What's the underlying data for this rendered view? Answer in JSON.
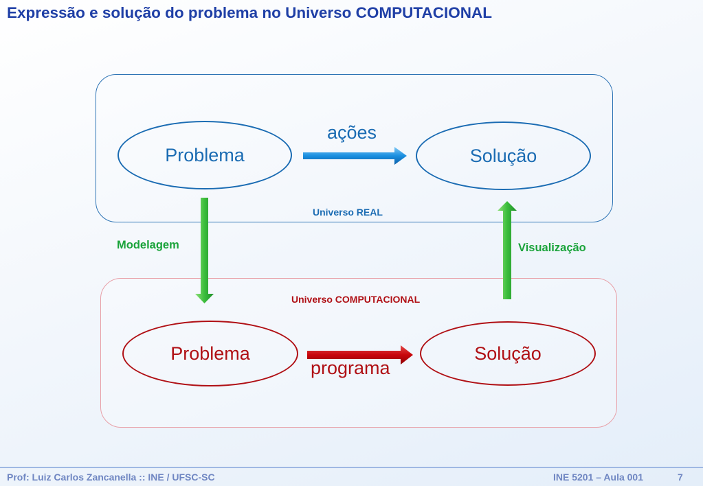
{
  "title": "Expressão e solução do problema no Universo COMPUTACIONAL",
  "real": {
    "problem": "Problema",
    "solution": "Solução",
    "action": "ações",
    "universe": "Universo REAL"
  },
  "computational": {
    "problem": "Problema",
    "solution": "Solução",
    "action": "programa",
    "universe": "Universo COMPUTACIONAL"
  },
  "transitions": {
    "down": "Modelagem",
    "up": "Visualização"
  },
  "colors": {
    "title": "#1f3fa6",
    "real": "#1b6cb3",
    "computational": "#b01015",
    "transition": "#1aa33a",
    "footer": "#6f86c2"
  },
  "footer": {
    "author": "Prof: Luiz Carlos Zancanella  ::  INE / UFSC-SC",
    "course": "INE 5201 – Aula 001",
    "page": "7"
  }
}
